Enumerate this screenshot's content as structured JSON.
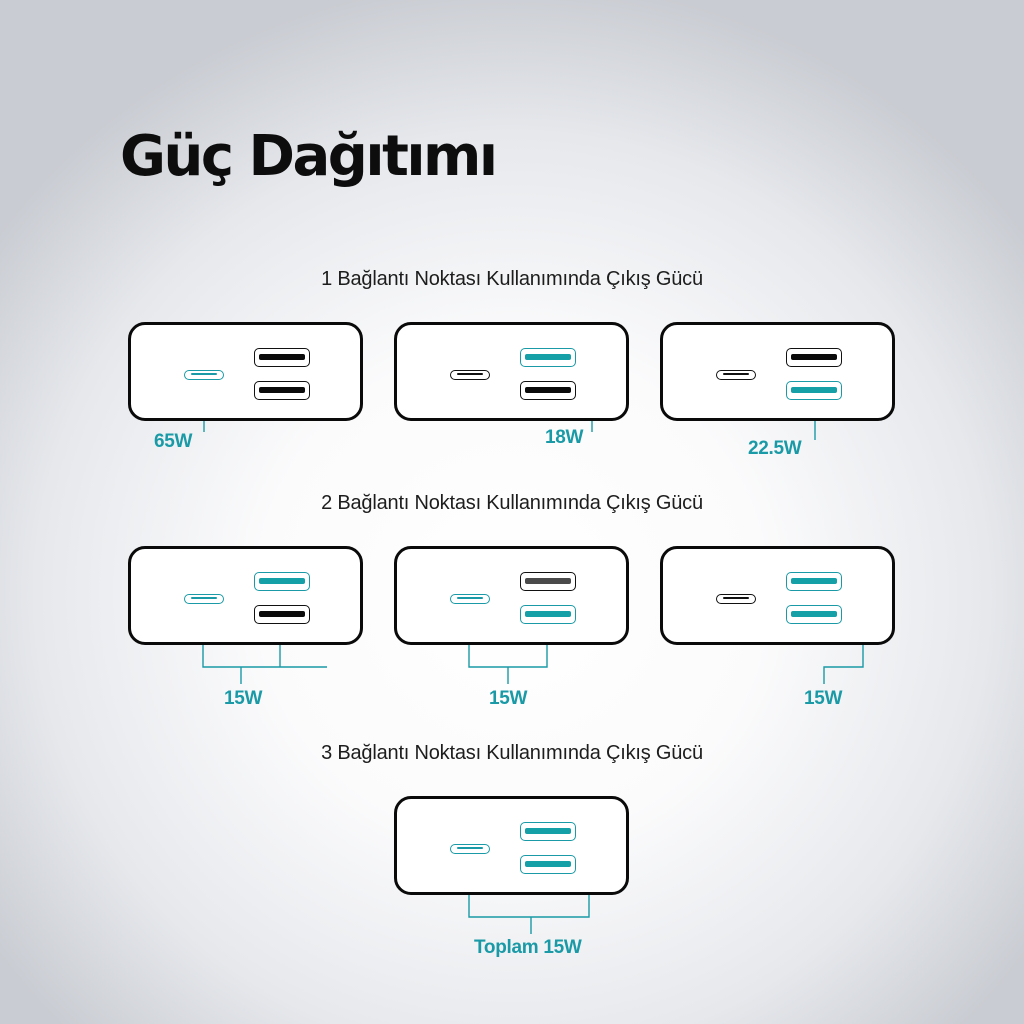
{
  "title": "Güç Dağıtımı",
  "sections": [
    {
      "heading": "1 Bağlantı Noktası Kullanımında Çıkış Gücü",
      "cards": [
        {
          "active_ports": [
            "usb-c"
          ],
          "output_label": "65W"
        },
        {
          "active_ports": [
            "usb-a-top"
          ],
          "output_label": "18W"
        },
        {
          "active_ports": [
            "usb-a-bottom"
          ],
          "output_label": "22.5W"
        }
      ]
    },
    {
      "heading": "2 Bağlantı Noktası Kullanımında Çıkış Gücü",
      "cards": [
        {
          "active_ports": [
            "usb-c",
            "usb-a-top"
          ],
          "output_label": "15W"
        },
        {
          "active_ports": [
            "usb-c",
            "usb-a-bottom"
          ],
          "output_label": "15W"
        },
        {
          "active_ports": [
            "usb-a-top",
            "usb-a-bottom"
          ],
          "output_label": "15W"
        }
      ]
    },
    {
      "heading": "3 Bağlantı Noktası Kullanımında Çıkış Gücü",
      "cards": [
        {
          "active_ports": [
            "usb-c",
            "usb-a-top",
            "usb-a-bottom"
          ],
          "output_label": "Toplam 15W"
        }
      ]
    }
  ],
  "colors": {
    "accent": "#1a9aa6",
    "outline": "#0a0a0a",
    "text": "#0d0d0d"
  }
}
